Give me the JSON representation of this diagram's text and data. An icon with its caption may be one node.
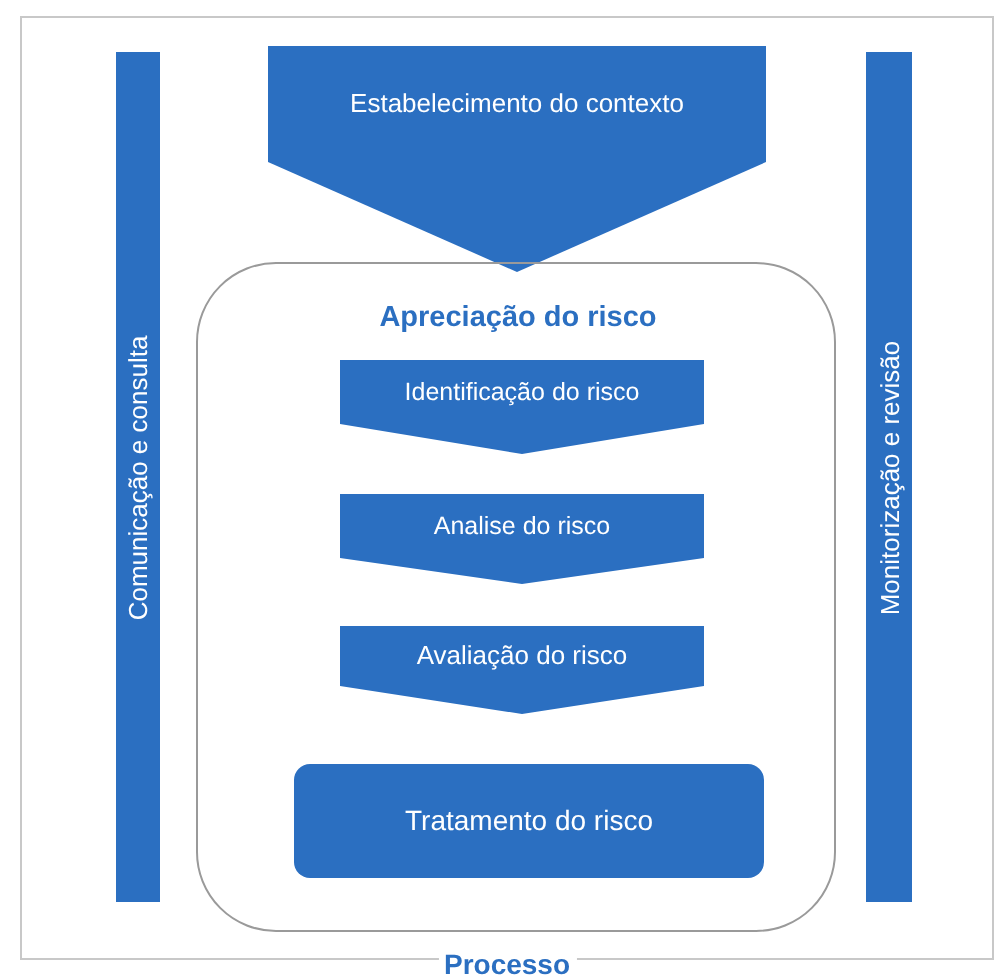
{
  "diagram": {
    "nodes": [
      {
        "text": [
          "Processo"
        ]
      },
      {
        "text": [
          "Estabelecimento do contexto"
        ],
        "in": 0
      },
      {
        "text": [
          "Comunicação e consulta"
        ],
        "in": 0
      },
      {
        "text": [
          "Monitorização e revisão"
        ],
        "in": 0
      },
      {
        "text": [
          "Apreciação do risco"
        ],
        "in": 0
      },
      {
        "text": [
          "Identificação do risco"
        ],
        "in": 4
      },
      {
        "text": [
          "Analise do risco"
        ],
        "in": 4
      },
      {
        "text": [
          "Avaliação do risco"
        ],
        "in": 4
      },
      {
        "text": [
          "Tratamento do risco"
        ],
        "in": 4
      }
    ]
  }
}
